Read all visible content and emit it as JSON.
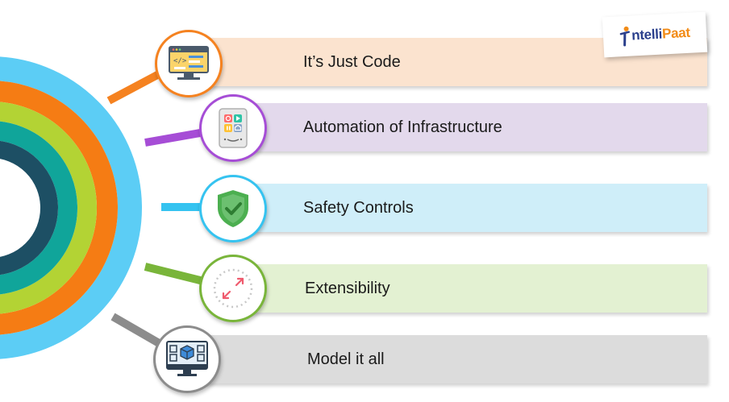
{
  "brand": {
    "logo_text_part1": "ntelli",
    "logo_text_part2": "Paat",
    "logo_initial": "I"
  },
  "items": [
    {
      "label": "It’s Just Code",
      "icon": "code-window-icon",
      "color": "#f58220",
      "bar_color": "#fbe3cf"
    },
    {
      "label": "Automation of Infrastructure",
      "icon": "control-panel-icon",
      "color": "#a64dd6",
      "bar_color": "#e3d9ec"
    },
    {
      "label": "Safety Controls",
      "icon": "shield-check-icon",
      "color": "#35c3f0",
      "bar_color": "#cfeef9"
    },
    {
      "label": "Extensibility",
      "icon": "expand-arrows-icon",
      "color": "#79b53a",
      "bar_color": "#e3f1d2"
    },
    {
      "label": "Model it all",
      "icon": "3d-model-monitor-icon",
      "color": "#8c8c8c",
      "bar_color": "#dcdcdc"
    }
  ],
  "ring_colors": [
    "#5ccdf5",
    "#f57c14",
    "#b3d334",
    "#10a59a",
    "#1d4f64"
  ]
}
